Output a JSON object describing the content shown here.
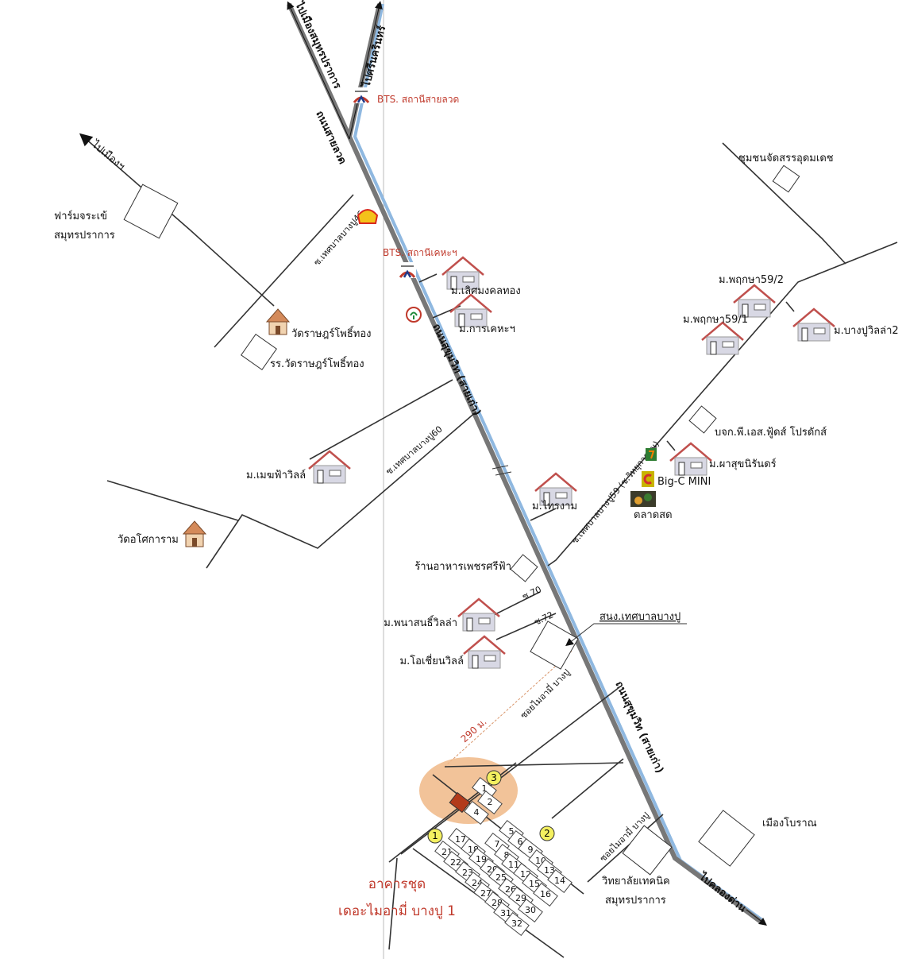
{
  "roads": {
    "sukhumvit_1": "ถนนสุขุมวิท (สายเก่า)",
    "sukhumvit_2": "ถนนสุขุมวิท (สายเก่า)",
    "sai_luat": "ถนนสายลวด",
    "to_samut_prakan": "ไปเมืองสมุทรปราการ",
    "to_srinakarin": "ไปศรีนครินทร์",
    "to_mueang": "ไปเมืองฯ",
    "to_khlong_dan": "ไปคลองด่าน",
    "soi_46": "ซ.เทศบาลบางปู46",
    "soi_60": "ซ.เทศบาลบางปู60",
    "soi_59": "ซ.เทศบาลบางปู59 (ซ.วิทยุการบิน)",
    "soi_70": "ซ.70",
    "soi_72": "ซ.72",
    "soi_miami_1": "ซอยไมอามี่ บางปู",
    "soi_miami_2": "ซอยไมอามี่ บางปู",
    "distance": "290 ม."
  },
  "places": {
    "bts_sai_luat": "BTS. สถานีสายลวด",
    "bts_kheha": "BTS. สถานีเคหะฯ",
    "croc_farm_1": "ฟาร์มจระเข้",
    "croc_farm_2": "สมุทรปราการ",
    "wat_rat": "วัดราษฎร์โพธิ์ทอง",
    "school_wat_rat": "รร.วัดราษฎร์โพธิ์ทอง",
    "lert_mongkol": "ม.เลิศมงคลทอง",
    "kheha": "ม.การเคหะฯ",
    "mek_fah": "ม.เมฆฟ้าวิลล์",
    "wat_asokaram": "วัดอโศการาม",
    "sai_ngam": "ม.ไทรงาม",
    "restaurant": "ร้านอาหารเพชรศรีฟ้า",
    "panasol": "ม.พนาสนธิ์วิลล่า",
    "ocean": "ม.โอเชี่ยนวิลล์",
    "municipal": "สนง.เทศบาลบางปู",
    "udomdet": "ชุมชนจัดสรรอุดมเดช",
    "pruksa_59_2": "ม.พฤกษา59/2",
    "pruksa_59_1": "ม.พฤกษา59/1",
    "bangpu_villa_2": "ม.บางปูวิลล่า2",
    "ps_foods": "บจก.พี.เอส.ฟู้ดส์ โปรดักส์",
    "pasuk": "ม.ผาสุขนิรันดร์",
    "bigc": "Big-C MINI",
    "market": "ตลาดสด",
    "ancient_city": "เมืองโบราณ",
    "tech_college_1": "วิทยาลัยเทคนิค",
    "tech_college_2": "สมุทรปราการ"
  },
  "project": {
    "title_1": "อาคารชุด",
    "title_2": "เดอะไมอามี่ บางปู 1",
    "markers": [
      "1",
      "2",
      "3"
    ],
    "units": [
      "1",
      "2",
      "4",
      "5",
      "6",
      "7",
      "8",
      "9",
      "10",
      "11",
      "12",
      "13",
      "14",
      "15",
      "16",
      "17",
      "18",
      "19",
      "20",
      "21",
      "22",
      "23",
      "24",
      "25",
      "26",
      "27",
      "28",
      "29",
      "30",
      "31",
      "32"
    ]
  },
  "colors": {
    "road_blue": "#8fb8e0",
    "label_red": "#c0392b",
    "highlight": "#f0b987",
    "marker": "#f4f060"
  }
}
